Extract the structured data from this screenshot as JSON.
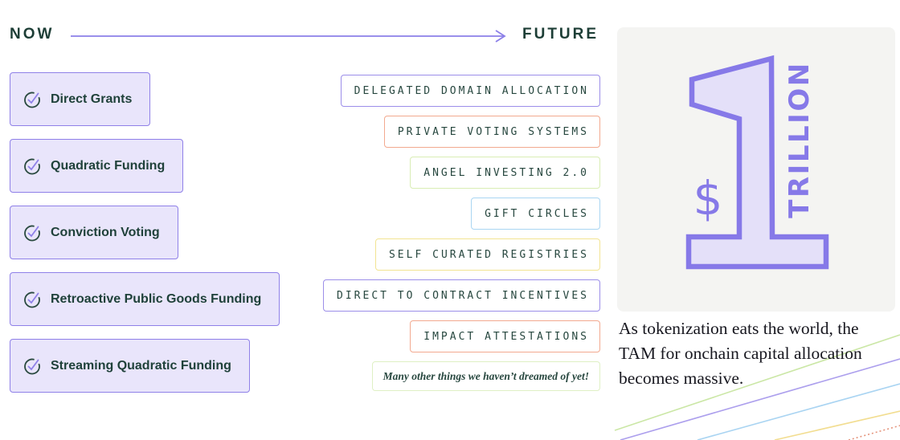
{
  "timeline": {
    "now_label": "NOW",
    "future_label": "FUTURE",
    "arrow_color": "#8b7fe8"
  },
  "current_mechanisms": [
    {
      "label": "Direct Grants"
    },
    {
      "label": "Quadratic Funding"
    },
    {
      "label": "Conviction Voting"
    },
    {
      "label": "Retroactive Public Goods Funding"
    },
    {
      "label": "Streaming Quadratic Funding"
    }
  ],
  "current_style": {
    "fill": "#e9e5fb",
    "border": "#8f80e8",
    "icon": "check-circle-icon",
    "icon_circle_color": "#2a4a40",
    "icon_check_color": "#8f80e8"
  },
  "future_mechanisms": [
    {
      "label": "DELEGATED DOMAIN ALLOCATION",
      "border_color": "#9c8ee9"
    },
    {
      "label": "PRIVATE VOTING SYSTEMS",
      "border_color": "#f2a98f"
    },
    {
      "label": "ANGEL INVESTING 2.0",
      "border_color": "#d9edb4"
    },
    {
      "label": "GIFT CIRCLES",
      "border_color": "#a9d6f2"
    },
    {
      "label": "SELF CURATED REGISTRIES",
      "border_color": "#f2e492"
    },
    {
      "label": "DIRECT TO CONTRACT INCENTIVES",
      "border_color": "#9c8ee9"
    },
    {
      "label": "IMPACT ATTESTATIONS",
      "border_color": "#f2a98f"
    }
  ],
  "footnote": {
    "label": "Many other things we haven’t dreamed of yet!",
    "border_color": "#dff0c4"
  },
  "tam_panel": {
    "currency_symbol": "$",
    "digit": "1",
    "unit": "TRILLION",
    "accent_color": "#8679e8",
    "digit_fill": "#e4e0f9",
    "background": "#f4f4f2"
  },
  "caption": {
    "text": "As tokenization eats the world, the TAM for onchain capital allocation becomes massive."
  },
  "decoration": {
    "line_colors": [
      "#cbe7a6",
      "#ac9fed",
      "#a9d4f2",
      "#f2dd90",
      "#e5947c"
    ]
  }
}
